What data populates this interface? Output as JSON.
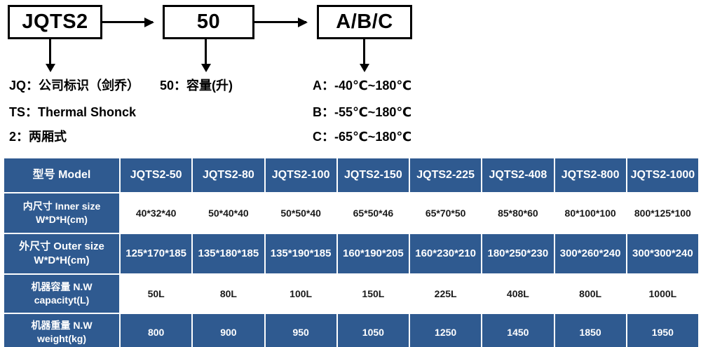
{
  "diagram": {
    "boxes": [
      {
        "name": "model-prefix-box",
        "text": "JQTS2"
      },
      {
        "name": "capacity-box",
        "text": "50"
      },
      {
        "name": "temperature-grade-box",
        "text": "A/B/C"
      }
    ],
    "legend": {
      "jq": "JQ：公司标识（剑乔）",
      "ts": "TS：Thermal Shonck",
      "two": "2：两厢式",
      "fifty": "50：容量(升)",
      "grade_a": "A：-40℃~180℃",
      "grade_b": "B：-55℃~180℃",
      "grade_c": "C：-65℃~180℃"
    }
  },
  "table": {
    "accent_color": "#2f5a90",
    "header": {
      "label": "型号 Model",
      "models": [
        "JQTS2-50",
        "JQTS2-80",
        "JQTS2-100",
        "JQTS2-150",
        "JQTS2-225",
        "JQTS2-408",
        "JQTS2-800",
        "JQTS2-1000"
      ]
    },
    "rows": [
      {
        "label_line1": "内尺寸 Inner size",
        "label_line2": "W*D*H(cm)",
        "style": "white",
        "values": [
          "40*32*40",
          "50*40*40",
          "50*50*40",
          "65*50*46",
          "65*70*50",
          "85*80*60",
          "80*100*100",
          "800*125*100"
        ]
      },
      {
        "label_line1": "外尺寸 Outer size",
        "label_line2": "W*D*H(cm)",
        "style": "blue",
        "values": [
          "125*170*185",
          "135*180*185",
          "135*190*185",
          "160*190*205",
          "160*230*210",
          "180*250*230",
          "300*260*240",
          "300*300*240"
        ]
      },
      {
        "label_line1": "机器容量 N.W",
        "label_line2": "capacityt(L)",
        "style": "white",
        "values": [
          "50L",
          "80L",
          "100L",
          "150L",
          "225L",
          "408L",
          "800L",
          "1000L"
        ]
      },
      {
        "label_line1": "机器重量 N.W",
        "label_line2": "weight(kg)",
        "style": "blue",
        "values": [
          "800",
          "900",
          "950",
          "1050",
          "1250",
          "1450",
          "1850",
          "1950"
        ]
      }
    ]
  }
}
